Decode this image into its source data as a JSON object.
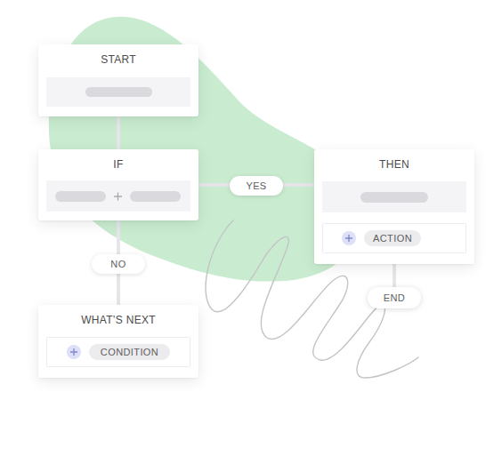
{
  "diagram": {
    "nodes": [
      {
        "text": [
          "START"
        ]
      },
      {
        "text": [
          "IF"
        ]
      },
      {
        "text": [
          "THEN"
        ]
      },
      {
        "text": [
          "ACTION"
        ],
        "in": 2
      },
      {
        "text": [
          "END"
        ]
      },
      {
        "text": [
          "WHAT’S NEXT"
        ]
      },
      {
        "text": [
          "CONDITION"
        ],
        "in": 5
      }
    ],
    "edges": [
      {
        "from": 0,
        "to": 1,
        "arrow": "none"
      },
      {
        "from": 1,
        "to": 2,
        "label": "YES",
        "arrow": "none"
      },
      {
        "from": 1,
        "to": 5,
        "label": "NO",
        "arrow": "none"
      },
      {
        "from": 2,
        "to": 4,
        "arrow": "none"
      }
    ]
  }
}
